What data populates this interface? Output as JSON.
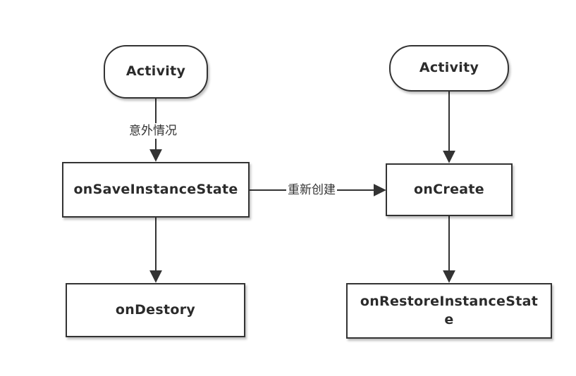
{
  "nodes": {
    "activity_left": "Activity",
    "activity_right": "Activity",
    "on_save_instance_state": "onSaveInstanceState",
    "on_create": "onCreate",
    "on_destory": "onDestory",
    "on_restore_instance_state": "onRestoreInstanceState"
  },
  "edges": {
    "unexpected_case": "意外情况",
    "recreate": "重新创建"
  },
  "colors": {
    "stroke": "#333333",
    "text": "#2b2b2b",
    "background": "#ffffff"
  }
}
